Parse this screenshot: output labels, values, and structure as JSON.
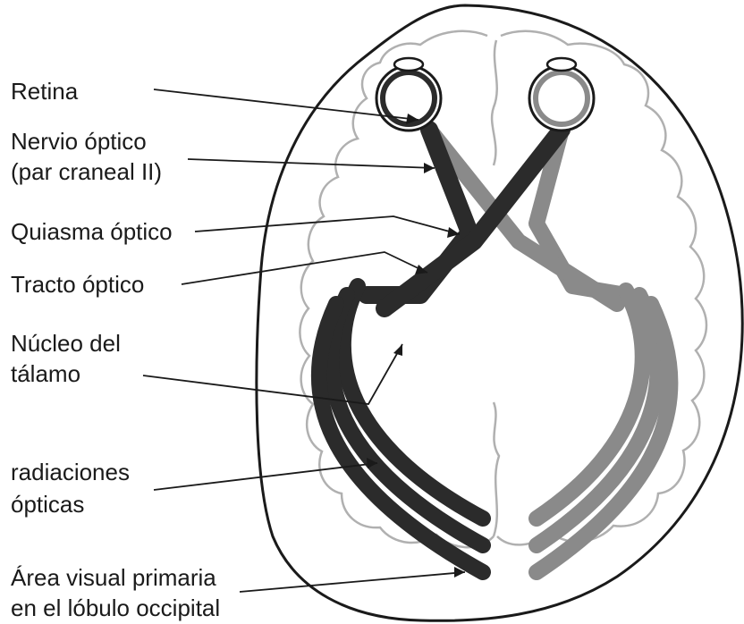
{
  "labels": {
    "retina": "Retina",
    "optic_nerve_1": "Nervio óptico",
    "optic_nerve_2": "(par craneal II)",
    "chiasm": "Quiasma óptico",
    "tract": "Tracto óptico",
    "thalamus_1": "Núcleo del",
    "thalamus_2": "tálamo",
    "radiations_1": "radiaciones",
    "radiations_2": "ópticas",
    "visual_area_1": "Área visual primaria",
    "visual_area_2": "en el lóbulo occipital"
  },
  "colors": {
    "left_pathway": "#2b2b2b",
    "right_pathway": "#8a8a8a",
    "brain_outline": "#b0b0b0",
    "head_outline": "#1a1a1a"
  }
}
